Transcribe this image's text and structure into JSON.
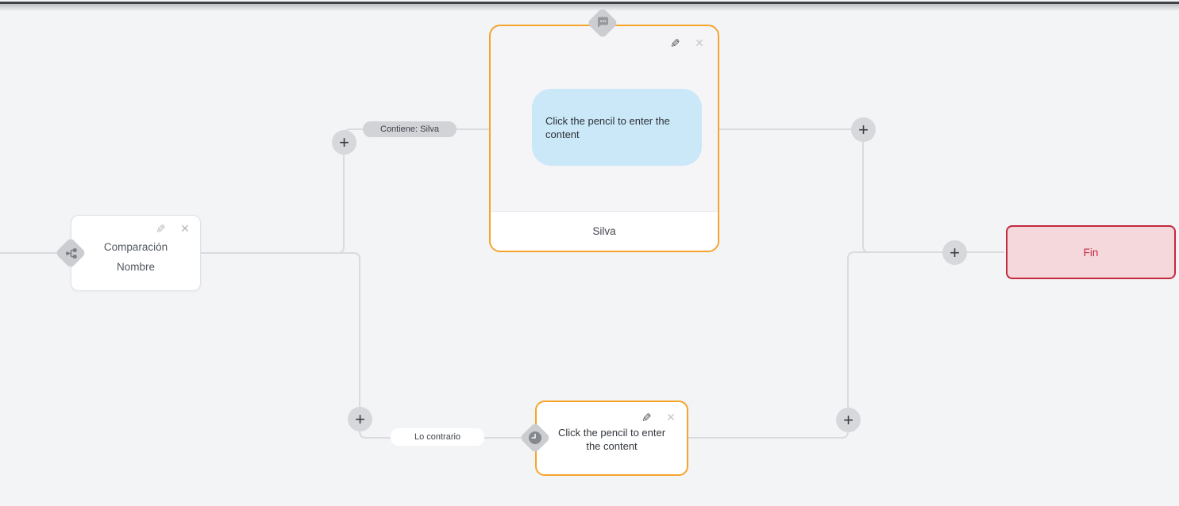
{
  "ui": {
    "title": "Chatbot flow canvas",
    "colors": {
      "canvas_bg": "#f3f4f6",
      "orange_accent": "#f6a42c",
      "red_accent": "#c3293e",
      "red_bg": "#f5d8dc",
      "wire": "#dadbde",
      "bubble_blue": "#cbe8f8",
      "pill_gray": "#d2d3d7"
    }
  },
  "icons": {
    "plus": "+",
    "close": "✕",
    "pencil": "✎"
  },
  "nodes": {
    "comparison": {
      "title": "Comparación",
      "subtitle": "Nombre"
    },
    "message": {
      "content_placeholder": "Click the pencil to enter the content",
      "footer_label": "Silva"
    },
    "delay": {
      "content_placeholder": "Click the pencil to enter the content"
    },
    "end": {
      "label": "Fin"
    }
  },
  "edge_labels": {
    "condition_true": "Contiene: Silva",
    "condition_false": "Lo contrario"
  }
}
